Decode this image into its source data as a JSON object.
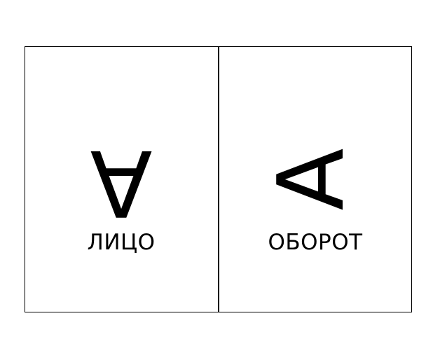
{
  "panels": {
    "front": {
      "glyph": "A",
      "label": "ЛИЦО"
    },
    "back": {
      "glyph": "A",
      "label": "ОБОРОТ"
    }
  },
  "colors": {
    "line": "#000000",
    "text": "#000000",
    "background": "#ffffff"
  }
}
